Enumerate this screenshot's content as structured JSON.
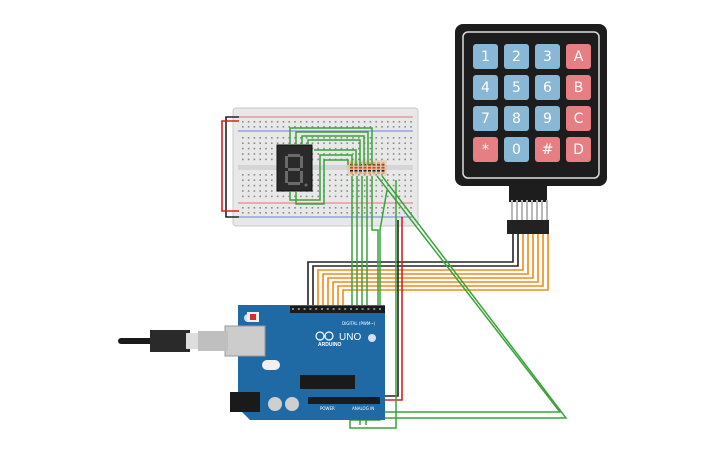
{
  "keypad": {
    "keys": [
      {
        "label": "1",
        "kind": "digit"
      },
      {
        "label": "2",
        "kind": "digit"
      },
      {
        "label": "3",
        "kind": "digit"
      },
      {
        "label": "A",
        "kind": "letter"
      },
      {
        "label": "4",
        "kind": "digit"
      },
      {
        "label": "5",
        "kind": "digit"
      },
      {
        "label": "6",
        "kind": "digit"
      },
      {
        "label": "B",
        "kind": "letter"
      },
      {
        "label": "7",
        "kind": "digit"
      },
      {
        "label": "8",
        "kind": "digit"
      },
      {
        "label": "9",
        "kind": "digit"
      },
      {
        "label": "C",
        "kind": "letter"
      },
      {
        "label": "*",
        "kind": "letter"
      },
      {
        "label": "0",
        "kind": "digit"
      },
      {
        "label": "#",
        "kind": "letter"
      },
      {
        "label": "D",
        "kind": "letter"
      }
    ]
  },
  "arduino": {
    "model_label": "UNO",
    "brand_label": "ARDUINO",
    "digital_label": "DIGITAL (PWM~)",
    "power_label": "POWER",
    "analog_label": "ANALOG IN"
  },
  "display": {
    "digit": "8"
  },
  "colors": {
    "board_blue": "#1f6aa5",
    "keypad_body": "#1d1d1d",
    "key_digit": "#88b8d6",
    "key_letter": "#e57f83",
    "wire_green": "#3aa43a",
    "wire_orange": "#f08a18",
    "wire_black": "#222222",
    "wire_red": "#d62020",
    "breadboard": "#e8e8e8"
  }
}
